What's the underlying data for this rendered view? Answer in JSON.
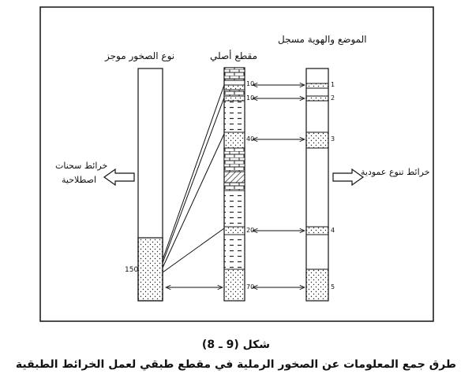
{
  "labels": {
    "col_left": "نوع الصخور موجز",
    "col_mid": "مقطع أصلي",
    "col_right": "الموضع والهوية مسجل",
    "left_arrow_line1": "خرائط سحنات",
    "left_arrow_line2": "اصطلاحية",
    "right_arrow": "خرائط تنوع عمودية",
    "left_value": "150"
  },
  "mid_markers": [
    "10",
    "10",
    "40",
    "20",
    "70"
  ],
  "right_markers": [
    "1",
    "2",
    "3",
    "4",
    "5"
  ],
  "caption": {
    "figure_number": "شكل (9 ـ 8)",
    "text": "طرق جمع المعلومات عن الصخور الرملية في مقطع طبقي لعمل الخرائط الطبقية"
  }
}
